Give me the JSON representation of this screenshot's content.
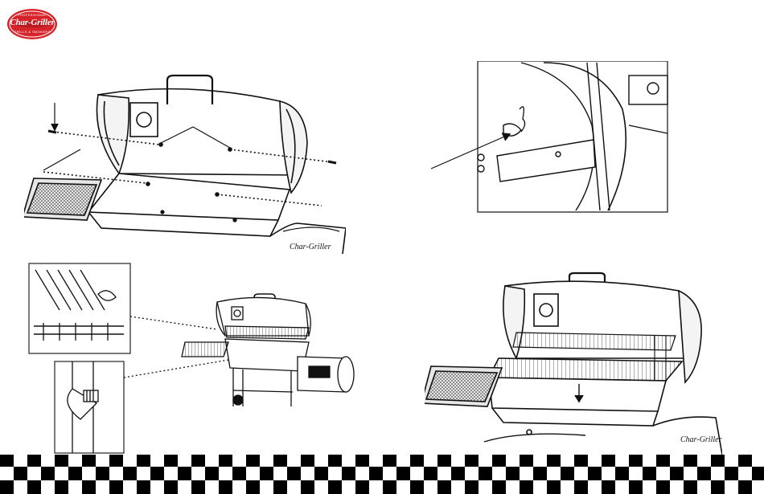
{
  "brand": {
    "logo_name": "Char-Griller",
    "logo_top_line": "PROFESSIONAL",
    "logo_bottom_line": "GRILLS & SMOKERS",
    "primary_color": "#d7232a"
  },
  "illustrations": {
    "grill_lid_hardware": "grill-lid-hardware-illustration",
    "lid_pin_detail": "lid-pin-detail-illustration",
    "cooking_grate_install": "cooking-grate-install-illustration",
    "warming_rack_install": "warming-rack-install-illustration"
  },
  "footer": {
    "pattern": "checkerboard",
    "colors": [
      "#000000",
      "#ffffff"
    ]
  }
}
